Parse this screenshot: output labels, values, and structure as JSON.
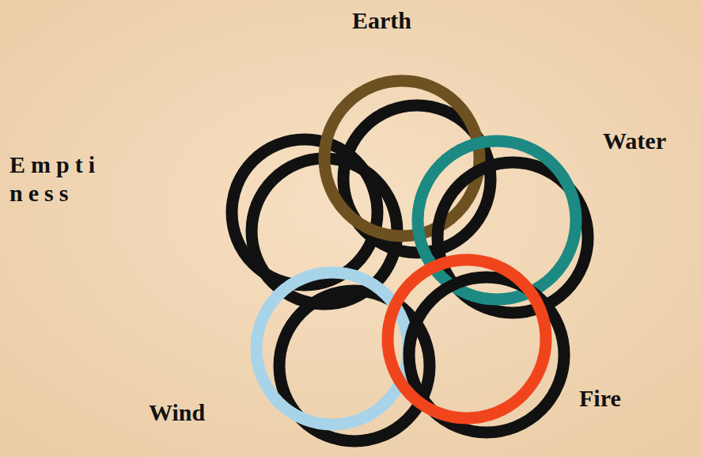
{
  "diagram": {
    "labels": [
      "Earth",
      "Emptiness",
      "Water",
      "Wind",
      "Fire"
    ]
  }
}
